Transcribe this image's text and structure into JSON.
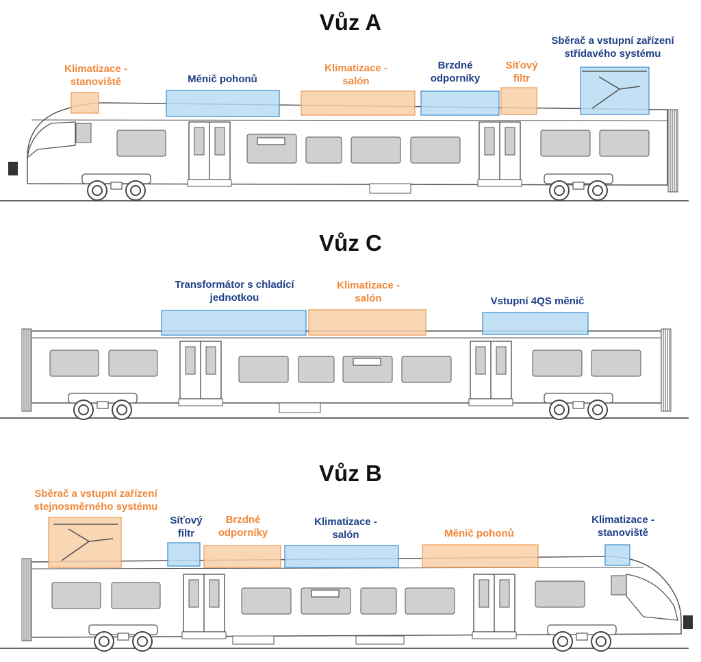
{
  "colors": {
    "blue_text": "#1f3f86",
    "orange_text": "#f0883a",
    "blue_fill": "#b9dcf4",
    "blue_stroke": "#3d8fd0",
    "orange_fill": "#f8cfa8",
    "orange_stroke": "#ee9a52",
    "body_line": "#555555",
    "window_fill": "#d0d0d0"
  },
  "car_a": {
    "title": "Vůz A",
    "labels": {
      "klima_stanoviste": "Klimatizace -\nstanoviště",
      "menic_pohonu": "Měnič pohonů",
      "klima_salon": "Klimatizace -\nsalón",
      "brzdne": "Brzdné\nodporníky",
      "sitovy_filtr": "Síťový\nfiltr",
      "sberac": "Sběrač a vstupní zařízení\nstřídavého systému"
    }
  },
  "car_c": {
    "title": "Vůz C",
    "labels": {
      "transformator": "Transformátor s chladící\njednotkou",
      "klima_salon": "Klimatizace -\nsalón",
      "vstupni_menic": "Vstupní 4QS měnič"
    }
  },
  "car_b": {
    "title": "Vůz B",
    "labels": {
      "sberac": "Sběrač a vstupní zařízení\nstejnosměrného systému",
      "sitovy_filtr": "Síťový\nfiltr",
      "brzdne": "Brzdné\nodporníky",
      "klima_salon": "Klimatizace -\nsalón",
      "menic_pohonu": "Měnič pohonů",
      "klima_stanoviste": "Klimatizace -\nstanoviště"
    }
  }
}
